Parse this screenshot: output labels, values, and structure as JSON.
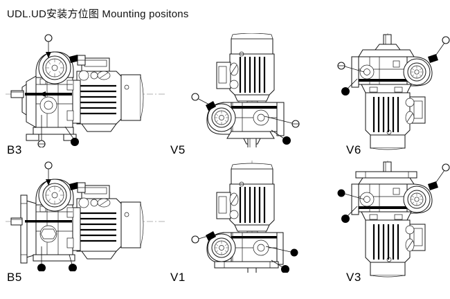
{
  "document": {
    "title_cn": "UDL.UD安装方位图",
    "title_en": "Mounting positons",
    "title_full": "UDL.UD安装方位图   Mounting positons",
    "background_color": "#ffffff",
    "line_color": "#111111",
    "drawing_type": "technical-line-drawing",
    "product_series": "UDL.UD",
    "subject": "variable speed gear motor mounting positions"
  },
  "figures": [
    {
      "id": "b3",
      "label": "B3",
      "orientation": "horizontal",
      "mount_type": "foot",
      "description": "Horizontal foot mounted variator with motor on right",
      "markers": [
        "breather-plug-top",
        "oil-level-plug-bottom-left",
        "drain-plug-bottom-right"
      ]
    },
    {
      "id": "v5",
      "label": "V5",
      "orientation": "vertical",
      "mount_type": "foot",
      "description": "Vertical motor up, gearbox below, shaft down",
      "markers": [
        "breather-plug-left",
        "oil-level-plug-right",
        "drain-plug-bottom-right"
      ]
    },
    {
      "id": "v6",
      "label": "V6",
      "orientation": "vertical",
      "mount_type": "foot",
      "description": "Vertical gearbox up, motor below, shaft up",
      "markers": [
        "breather-plug-top-right",
        "oil-level-plug-left",
        "drain-plug-bottom-left"
      ]
    },
    {
      "id": "b5",
      "label": "B5",
      "orientation": "horizontal",
      "mount_type": "flange",
      "description": "Horizontal flange mounted variator with motor on right",
      "markers": [
        "breather-plug-top",
        "oil-level-plug-bottom-left",
        "drain-plug-bottom-right"
      ]
    },
    {
      "id": "v1",
      "label": "V1",
      "orientation": "vertical",
      "mount_type": "flange",
      "description": "Vertical motor up, flange mounted gearbox below, shaft down",
      "markers": [
        "breather-plug-left",
        "oil-level-plug-right",
        "drain-plug-bottom-right"
      ]
    },
    {
      "id": "v3",
      "label": "V3",
      "orientation": "vertical",
      "mount_type": "flange",
      "description": "Vertical flange mounted gearbox up, motor below, shaft up",
      "markers": [
        "breather-plug-top-right",
        "oil-level-plug-left",
        "drain-plug-bottom-left"
      ]
    }
  ],
  "legend": {
    "open_circle": "filling / breather plug",
    "half_circle": "oil level plug",
    "solid_circle": "oil drain plug"
  }
}
